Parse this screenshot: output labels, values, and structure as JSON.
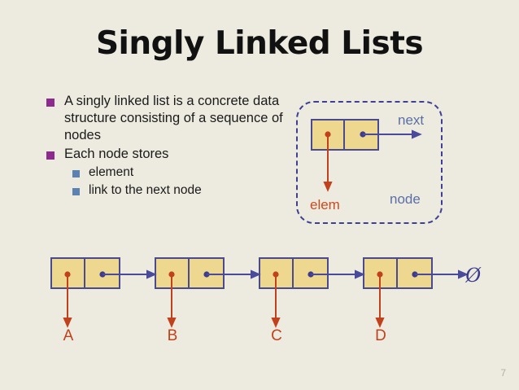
{
  "slide": {
    "title": "Singly Linked Lists",
    "page_number": "7",
    "background_color": "#edebe0"
  },
  "bullets": [
    {
      "level": 1,
      "text": "A singly linked list is a concrete data structure consisting of a sequence of nodes",
      "marker_color": "#8d2a8d"
    },
    {
      "level": 1,
      "text": "Each node stores",
      "marker_color": "#8d2a8d"
    },
    {
      "level": 2,
      "text": "element",
      "marker_color": "#5b82b0"
    },
    {
      "level": 2,
      "text": "link to the next node",
      "marker_color": "#5b82b0"
    }
  ],
  "node_diagram": {
    "label_next": "next",
    "label_elem": "elem",
    "label_node": "node",
    "box_fill": "#eed78f",
    "box_border": "#4a4a8f",
    "panel_border": "#3f3f93",
    "elem_arrow_color": "#c0411c",
    "next_arrow_color": "#4a4a9c"
  },
  "linked_list": {
    "nodes": [
      {
        "element_label": "A"
      },
      {
        "element_label": "B"
      },
      {
        "element_label": "C"
      },
      {
        "element_label": "D"
      }
    ],
    "terminator_symbol": "Ø",
    "box_fill": "#eed78f",
    "box_border": "#4a4a8f",
    "pointer_color": "#4a4a9c",
    "element_arrow_color": "#c0411c",
    "label_color": "#c0411c"
  }
}
